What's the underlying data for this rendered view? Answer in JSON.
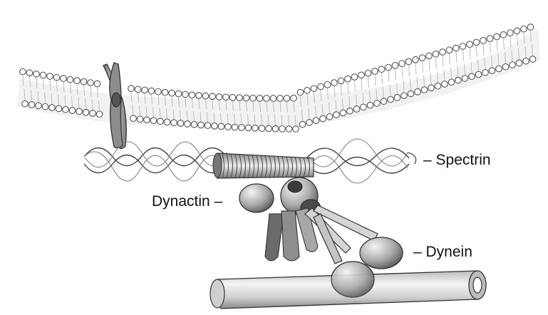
{
  "labels": {
    "spectrin": "– Spectrin",
    "dynactin": "Dynactin –",
    "dynein": "– Dynein"
  },
  "colors": {
    "ink": "#2a2a2a",
    "shade": "#9a9a9a",
    "light": "#d9d9d9",
    "background": "#ffffff"
  }
}
